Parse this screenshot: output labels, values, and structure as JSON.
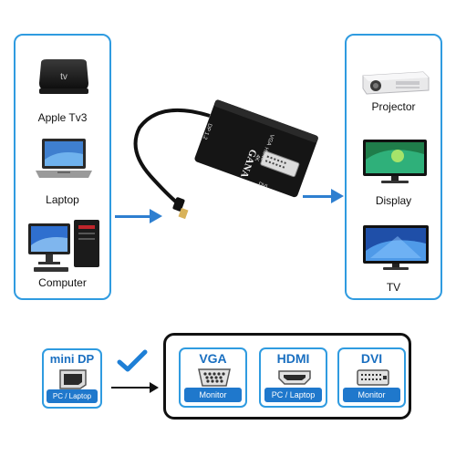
{
  "sources": [
    {
      "label": "Apple Tv3",
      "icon": "apple-tv-icon"
    },
    {
      "label": "Laptop",
      "icon": "laptop-icon"
    },
    {
      "label": "Computer",
      "icon": "desktop-computer-icon"
    }
  ],
  "displays": [
    {
      "label": "Projector",
      "icon": "projector-icon"
    },
    {
      "label": "Display",
      "icon": "monitor-icon"
    },
    {
      "label": "TV",
      "icon": "tv-icon"
    }
  ],
  "adapter": {
    "brand": "GANA",
    "port_labels": [
      "VGA",
      "HDMI",
      "DVI",
      "DP 1.2"
    ],
    "resolution_text": "4K"
  },
  "input_port": {
    "title": "mini DP",
    "subtitle": "PC / Laptop"
  },
  "output_ports": [
    {
      "title": "VGA",
      "subtitle": "Monitor"
    },
    {
      "title": "HDMI",
      "subtitle": "PC / Laptop"
    },
    {
      "title": "DVI",
      "subtitle": "Monitor"
    }
  ],
  "colors": {
    "accent": "#2f9be0",
    "arrow": "#2e7fd0",
    "bar": "#1f78cc",
    "check": "#1e7fd6"
  }
}
